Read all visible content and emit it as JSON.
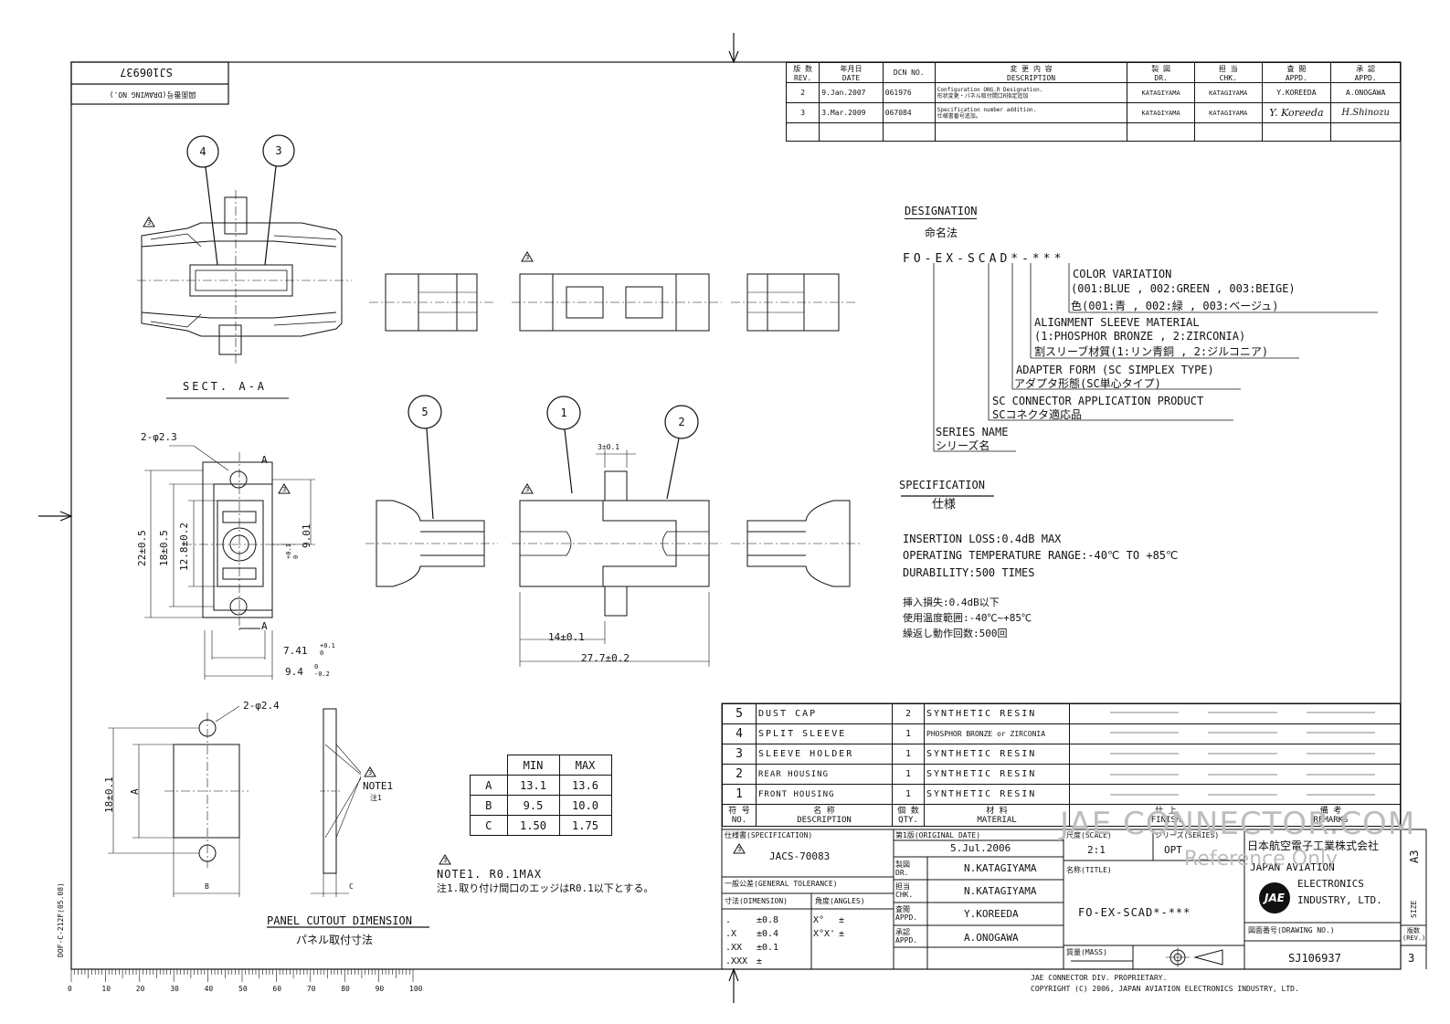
{
  "drawing_no_box": {
    "label": "図面番号(DRAWING NO.)",
    "value": "SJ106937"
  },
  "revisions": {
    "headers": {
      "rev": [
        "版 数",
        "REV."
      ],
      "date": [
        "年月日",
        "DATE"
      ],
      "dcn": [
        "DCN NO."
      ],
      "desc": [
        "変 更 内 容",
        "DESCRIPTION"
      ],
      "dr": [
        "製 図",
        "DR."
      ],
      "chk": [
        "担 当",
        "CHK."
      ],
      "appd1": [
        "査 閲",
        "APPD."
      ],
      "appd2": [
        "承 認",
        "APPD."
      ]
    },
    "rows": [
      {
        "rev": "2",
        "date": "9.Jan.2007",
        "dcn": "061976",
        "desc1": "Configuration ONG.R Designation.",
        "desc2": "形状変更・パネル取付間口R指定追加",
        "dr": "KATAGIYAMA",
        "chk": "KATAGIYAMA",
        "appd1": "Y.KOREEDA",
        "appd2": "A.ONOGAWA"
      },
      {
        "rev": "3",
        "date": "3.Mar.2009",
        "dcn": "067084",
        "desc1": "Specification number addition.",
        "desc2": "仕様書番号追加。",
        "dr": "KATAGIYAMA",
        "chk": "KATAGIYAMA",
        "appd1": "Y. Koreeda",
        "appd2": "H.Shinozu"
      }
    ]
  },
  "designation": {
    "title": "DESIGNATION",
    "title_jp": "命名法",
    "code": "FO-EX-SCAD*-***",
    "color_variation": "COLOR VARIATION",
    "color_codes": "(001:BLUE , 002:GREEN , 003:BEIGE)",
    "color_codes_jp": "色(001:青 , 002:緑 , 003:ベージュ)",
    "sleeve_material": "ALIGNMENT SLEEVE MATERIAL",
    "sleeve_codes": "(1:PHOSPHOR BRONZE , 2:ZIRCONIA)",
    "sleeve_jp": "割スリーブ材質(1:リン青銅 , 2:ジルコニア)",
    "adapter_form": "ADAPTER FORM (SC SIMPLEX TYPE)",
    "adapter_form_jp": "アダプタ形態(SC単心タイプ)",
    "application": "SC CONNECTOR APPLICATION PRODUCT",
    "application_jp": "SCコネクタ適応品",
    "series_name": "SERIES NAME",
    "series_name_jp": "シリーズ名"
  },
  "specification": {
    "title": "SPECIFICATION",
    "title_jp": "仕様",
    "insertion_loss": "INSERTION LOSS:0.4dB MAX",
    "operating_temp": "OPERATING TEMPERATURE RANGE:-40℃ TO +85℃",
    "durability": "DURABILITY:500 TIMES",
    "insertion_loss_jp": "挿入損失:0.4dB以下",
    "operating_temp_jp": "使用温度範囲:-40℃~+85℃",
    "durability_jp": "繰返し動作回数:500回"
  },
  "views": {
    "section_label": "SECT. A-A",
    "balloons": [
      "1",
      "2",
      "3",
      "4",
      "5"
    ],
    "rev_mark": "3",
    "dims": {
      "hole1": "2-φ2.3",
      "h22": "22±0.5",
      "h18": "18±0.5",
      "h12": "12.8±0.2",
      "h9": "9.01",
      "h9_tol": "+0.1\n0",
      "w741": "7.41",
      "w741_tol": "+0.1\n0",
      "w94": "9.4",
      "w94_tol": "0\n-0.2",
      "w3": "3±0.1",
      "w14": "14±0.1",
      "w277": "27.7±0.2",
      "cut_a": "A"
    }
  },
  "panel": {
    "hole": "2-φ2.4",
    "h18": "18±0.1",
    "a": "A",
    "b": "B",
    "c": "C",
    "note_ref": "NOTE1",
    "note_ref_jp": "注1",
    "title": "PANEL CUTOUT DIMENSION",
    "title_jp": "パネル取付寸法",
    "table": {
      "headers": [
        "",
        "MIN",
        "MAX"
      ],
      "rows": [
        [
          "A",
          "13.1",
          "13.6"
        ],
        [
          "B",
          "9.5",
          "10.0"
        ],
        [
          "C",
          "1.50",
          "1.75"
        ]
      ]
    },
    "note": "NOTE1. R0.1MAX",
    "note_jp": "注1.取り付け間口のエッジはR0.1以下とする。"
  },
  "parts": {
    "rows": [
      {
        "no": "5",
        "desc": "DUST CAP",
        "qty": "2",
        "material": "SYNTHETIC RESIN"
      },
      {
        "no": "4",
        "desc": "SPLIT SLEEVE",
        "qty": "1",
        "material": "PHOSPHOR BRONZE or ZIRCONIA"
      },
      {
        "no": "3",
        "desc": "SLEEVE HOLDER",
        "qty": "1",
        "material": "SYNTHETIC RESIN"
      },
      {
        "no": "2",
        "desc": "REAR HOUSING",
        "qty": "1",
        "material": "SYNTHETIC RESIN"
      },
      {
        "no": "1",
        "desc": "FRONT HOUSING",
        "qty": "1",
        "material": "SYNTHETIC RESIN"
      }
    ],
    "headers": {
      "no": [
        "符 号",
        "NO."
      ],
      "desc": [
        "名 称",
        "DESCRIPTION"
      ],
      "qty": [
        "個 数",
        "QTY."
      ],
      "material": [
        "材 料",
        "MATERIAL"
      ],
      "finish": [
        "仕 上",
        "FINISH"
      ],
      "remarks": [
        "備 考",
        "REMARKS"
      ]
    }
  },
  "title_block": {
    "spec_label": "仕様書(SPECIFICATION)",
    "spec_value": "JACS-70083",
    "original_date_label": "第1版(ORIGINAL DATE)",
    "original_date": "5.Jul.2006",
    "scale_label": "尺度(SCALE)",
    "scale": "2:1",
    "series_label": "シリーズ(SERIES)",
    "series": "OPT",
    "company_jp": "日本航空電子工業株式会社",
    "company_en1": "JAPAN AVIATION",
    "company_en2": "ELECTRONICS",
    "company_en3": "INDUSTRY, LTD.",
    "logo": "JAE",
    "size_label": "SIZE",
    "size": "A3",
    "dr_label": "製図 DR.",
    "dr": "N.KATAGIYAMA",
    "chk_label": "担当 CHK.",
    "chk": "N.KATAGIYAMA",
    "appd_label": "査閲 APPD.",
    "appd": "Y.KOREEDA",
    "appd2_label": "承認 APPD.",
    "appd2": "A.ONOGAWA",
    "title_label": "名称(TITLE)",
    "title": "FO-EX-SCAD*-***",
    "mass_label": "質量(MASS)",
    "drawing_no_label": "図面番号(DRAWING NO.)",
    "drawing_no": "SJ106937",
    "rev_label": "版数 (REV.)",
    "rev": "3",
    "tolerance_label": "一般公差(GENERAL TOLERANCE)",
    "dim_label": "寸法(DIMENSION)",
    "ang_label": "角度(ANGLES)",
    "tol_rows": [
      [
        ".",
        "±0.8",
        "X°",
        "±"
      ],
      [
        ".X",
        "±0.4",
        "X°X'",
        "±"
      ],
      [
        ".XX",
        "±0.1",
        "",
        ""
      ],
      [
        ".XXX",
        "±",
        "",
        ""
      ]
    ]
  },
  "footer": {
    "proprietary": "JAE CONNECTOR DIV. PROPRIETARY.",
    "copyright": "COPYRIGHT (C) 2006, JAPAN AVIATION ELECTRONICS INDUSTRY, LTD.",
    "form_no": "DOF-C-212F(05.08)",
    "ruler": [
      "0",
      "10",
      "20",
      "30",
      "40",
      "50",
      "60",
      "70",
      "80",
      "90",
      "100"
    ]
  },
  "watermark": {
    "line1": "JAE CONNECTOR.COM",
    "line2": "Reference Only"
  }
}
